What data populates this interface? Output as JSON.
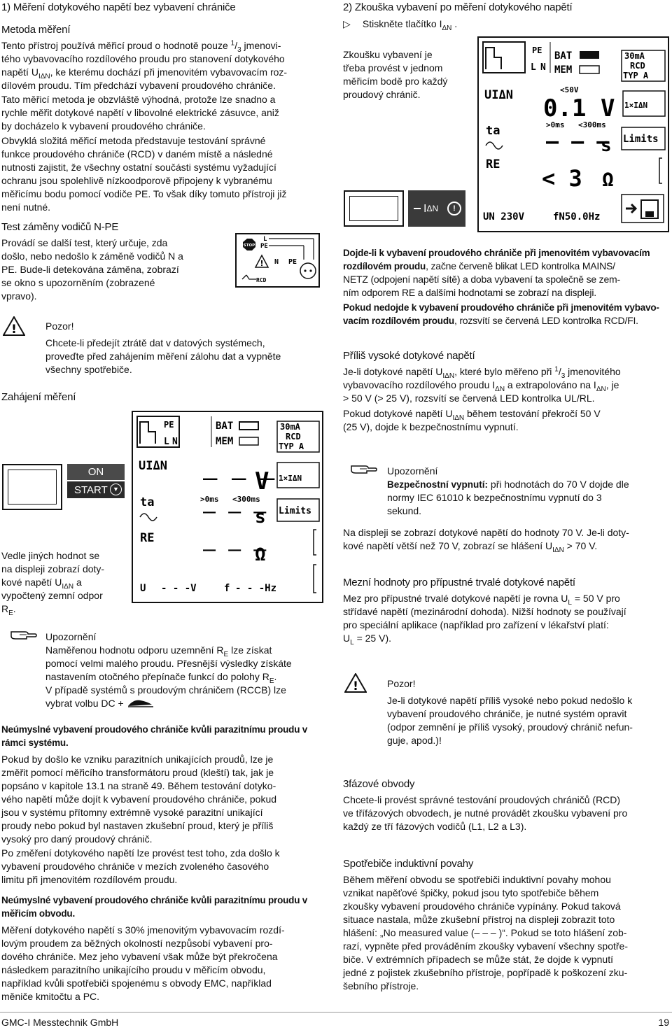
{
  "left": {
    "h1": "1) Měření dotykového napětí bez vybavení chrániče",
    "h2": "Metoda měření",
    "p1a": "Tento přístroj používá měřicí proud o hodnotě pouze ",
    "p1_frac_num": "1",
    "p1_frac_den": "3",
    "p1b": " jmenovi-",
    "p1c": "tého vybavovacího rozdílového proudu pro stanovení dotykového",
    "p1d_pre": "napětí U",
    "p1d_sub": "IΔN",
    "p1d_post": ", ke kterému dochází při jmenovitém vybavovacím roz-",
    "p1e": "dílovém proudu. Tím předchází vybavení proudového chrániče.",
    "p2": [
      "Tato měřicí metoda je obzvláště výhodná, protože lze snadno a",
      "rychle měřit dotykové napětí v libovolné elektrické zásuvce, aniž",
      "by docházelo k vybavení proudového chrániče."
    ],
    "p3": [
      "Obvyklá složitá měřicí metoda představuje testování správné",
      "funkce proudového chrániče (RCD) v daném místě a následné",
      "nutnosti zajistit, že všechny ostatní součásti systému vyžadující",
      "ochranu jsou spolehlivě nízkoodporově připojeny k vybranému",
      "měřicímu bodu pomocí vodiče PE. To však díky tomuto přístroji již",
      "není nutné."
    ],
    "h3": "Test záměny vodičů N-PE",
    "p4": [
      "Provádí se další test, který určuje, zda",
      "došlo, nebo nedošlo k záměně vodičů N a",
      "PE. Bude-li detekována záměna, zobrazí",
      "se okno s upozorněním (zobrazené",
      "vpravo)."
    ],
    "warn_title": "Pozor!",
    "warn_text": [
      "Chcete-li předejít ztrátě dat v datových systémech,",
      "proveďte před zahájením měření zálohu dat a vypněte",
      "všechny spotřebiče."
    ],
    "h4": "Zahájení měření",
    "on_label": "ON",
    "start_label": "START",
    "p5": [
      "Vedle jiných hodnot se",
      "na displeji zobrazí doty-",
      "kové napětí U"
    ],
    "p5_sub": "IΔN",
    "p5_post": " a",
    "p5b": "vypočtený zemní odpor",
    "p5c_pre": "R",
    "p5c_sub": "E",
    "p5c_post": ".",
    "note_title": "Upozornění",
    "note_l1_pre": "Naměřenou hodnotu odporu uzemnění R",
    "note_l1_sub": "E",
    "note_l1_post": " lze získat",
    "note_l2": "pomocí velmi malého proudu. Přesnější výsledky získáte",
    "note_l3_pre": "nastavením otočného přepínače funkcí do polohy R",
    "note_l3_sub": "E",
    "note_l3_post": ".",
    "note_l4": "V případě systémů s proudovým chráničem (RCCB) lze",
    "note_l5": "vybrat volbu DC +",
    "h5": [
      "Neúmyslné vybavení proudového chrániče kvůli parazitnímu proudu v",
      "rámci systému."
    ],
    "p6": [
      "Pokud by došlo ke vzniku parazitních unikajících proudů, lze je",
      "změřit pomocí měřicího transformátoru proud (kleští) tak, jak je",
      "popsáno v kapitole 13.1 na straně 49. Během testování dotyko-",
      "vého napětí může dojít k vybavení proudového chrániče, pokud",
      "jsou v systému přítomny extrémně vysoké parazitní unikající",
      "proudy nebo pokud byl nastaven zkušební proud, který je příliš",
      "vysoký pro daný proudový chránič."
    ],
    "p7": [
      "Po změření dotykového napětí lze provést test toho, zda došlo k",
      "vybavení proudového chrániče v mezích zvoleného časového",
      "limitu při jmenovitém rozdílovém proudu."
    ],
    "h6": [
      "Neúmyslné vybavení proudového chrániče kvůli parazitnímu proudu v",
      "měřicím obvodu."
    ],
    "p8": [
      "Měření dotykového napětí s 30% jmenovitým vybavovacím rozdí-",
      "lovým proudem za běžných okolností nezpůsobí vybavení pro-",
      "dového chrániče. Mez jeho vybavení však může být překročena",
      "následkem parazitního unikajícího proudu v měřicím obvodu,",
      "například kvůli spotřebiči spojenému s obvody EMC, například",
      "měniče kmitočtu a PC."
    ]
  },
  "right": {
    "h1": "2) Zkouška vybavení po měření dotykového napětí",
    "bullet_pre": "Stiskněte tlačítko I",
    "bullet_sub": "ΔN",
    "bullet_post": " .",
    "p1": [
      "Zkoušku vybavení je",
      "třeba provést v jednom",
      "měřicím bodě pro každý",
      "proudový chránič."
    ],
    "btn_label": "I",
    "btn_sub": "ΔN",
    "p2a_bold": "Dojde-li k vybavení proudového chrániče při jmenovitém vybavovacím",
    "p2b_bold": "rozdílovém proudu",
    "p2b_rest": ", začne červeně blikat LED kontrolka MAINS/",
    "p2c": "NETZ (odpojení napětí sítě) a doba vybavení ta společně se zem-",
    "p2d": "ním odporem RE a dalšími hodnotami se zobrazí na displeji.",
    "p3a_bold": "Pokud nedojde k vybavení proudového chrániče při jmenovitém vybavo-",
    "p3b_bold": "vacím rozdílovém proudu",
    "p3b_rest": ", rozsvítí se červená LED kontrolka RCD/FI.",
    "h2": "Příliš vysoké dotykové napětí",
    "p4a_pre": "Je-li dotykové napětí U",
    "p4a_sub": "IΔN",
    "p4a_mid": ", které bylo měřeno při ",
    "p4a_num": "1",
    "p4a_den": "3",
    "p4a_post": " jmenovitého",
    "p4b_pre": "vybavovacího rozdílového proudu I",
    "p4b_sub": "ΔN",
    "p4b_mid": " a extrapolováno na I",
    "p4b_sub2": "ΔN",
    "p4b_post": ", je",
    "p4c": "> 50 V (> 25 V), rozsvítí se červená LED kontrolka UL/RL.",
    "p5a_pre": "Pokud dotykové napětí U",
    "p5a_sub": "IΔN",
    "p5a_post": " během testování překročí 50 V",
    "p5b": "(25 V), dojde k bezpečnostnímu vypnutí.",
    "note_title": "Upozornění",
    "note_bold": "Bezpečnostní vypnutí:",
    "note_rest1": " při hodnotách do 70 V dojde dle",
    "note_l2": "normy IEC 61010 k bezpečnostnímu vypnutí do 3",
    "note_l3": "sekund.",
    "p6a": "Na displeji se zobrazí dotykové napětí do hodnoty 70 V. Je-li doty-",
    "p6b_pre": "kové napětí větší než 70 V, zobrazí se hlášení U",
    "p6b_sub": "IΔN",
    "p6b_post": " > 70 V.",
    "h3": "Mezní hodnoty pro přípustné trvalé dotykové napětí",
    "p7a_pre": "Mez pro přípustné trvalé dotykové napětí je rovna U",
    "p7a_sub": "L",
    "p7a_post": " = 50 V pro",
    "p7b": "střídavé napětí (mezinárodní dohoda). Nižší hodnoty se používají",
    "p7c": "pro speciální aplikace (například pro zařízení v lékařství platí:",
    "p7d_pre": "U",
    "p7d_sub": "L",
    "p7d_post": " = 25 V).",
    "warn_title": "Pozor!",
    "warn_text": [
      "Je-li dotykové napětí příliš vysoké nebo pokud nedošlo k",
      "vybavení proudového chrániče, je nutné systém opravit",
      "(odpor zemnění je příliš vysoký, proudový chránič nefun-",
      "guje, apod.)!"
    ],
    "h4": "3fázové obvody",
    "p8": [
      "Chcete-li provést správné testování proudových chráničů (RCD)",
      "ve třífázových obvodech, je nutné provádět zkoušku vybavení pro",
      "každý ze tří fázových vodičů (L1, L2 a L3)."
    ],
    "h5": "Spotřebiče induktivní povahy",
    "p9": [
      "Během měření obvodu se spotřebiči induktivní povahy mohou",
      "vznikat napěťové špičky, pokud jsou tyto spotřebiče během",
      "zkoušky vybavení proudového chrániče vypínány. Pokud taková",
      "situace nastala, může zkušební přístroj na displeji zobrazit toto",
      "hlášení: „No measured value (– – – )“. Pokud se toto hlášení zob-",
      "razí, vypněte před prováděním zkoušky vybavení všechny spotře-",
      "biče. V extrémních případech se může stát, že dojde k vypnutí",
      "jedné z pojistek zkušebního přístroje, popřípadě k poškození zku-",
      "šebního přístroje."
    ]
  },
  "lcd1": {
    "pe": "PE",
    "l": "L",
    "n": "N",
    "bat": "BAT",
    "mem": "MEM",
    "rcd1": "30mA",
    "rcd2": "RCD",
    "rcd3": "TYP A",
    "uin": "UIΔN",
    "lt": "<50V",
    "val": "0.1",
    "unit_v": "V",
    "btnx": "1×IΔN",
    "ta": "ta",
    "t1": ">0ms",
    "t2": "<300ms",
    "tdash": "– – –",
    "unit_s": "s",
    "limits": "Limits",
    "re": "RE",
    "reval": "< 3",
    "unit_o": "Ω",
    "un": "UN 230V",
    "fn": "fN50.0Hz"
  },
  "lcd2": {
    "pe": "PE",
    "l": "L",
    "n": "N",
    "bat": "BAT",
    "mem": "MEM",
    "rcd1": "30mA",
    "rcd2": "RCD",
    "rcd3": "TYP A",
    "uin": "UIΔN",
    "dash1": "– – –",
    "unit_v": "V",
    "btnx": "1×IΔN",
    "ta": "ta",
    "t1": ">0ms",
    "t2": "<300ms",
    "tdash": "– – –",
    "unit_s": "s",
    "limits": "Limits",
    "re": "RE",
    "redash": "– – –",
    "unit_o": "Ω",
    "u": "U",
    "udash": "- - -V",
    "f": "f",
    "fdash": "- - -Hz"
  },
  "lcd_small": {
    "l": "L",
    "pe": "PE",
    "stop": "STOP",
    "n": "N",
    "pe2": "PE",
    "rcd": "RCD"
  },
  "footer": {
    "company": "GMC-I Messtechnik GmbH",
    "page": "19"
  }
}
